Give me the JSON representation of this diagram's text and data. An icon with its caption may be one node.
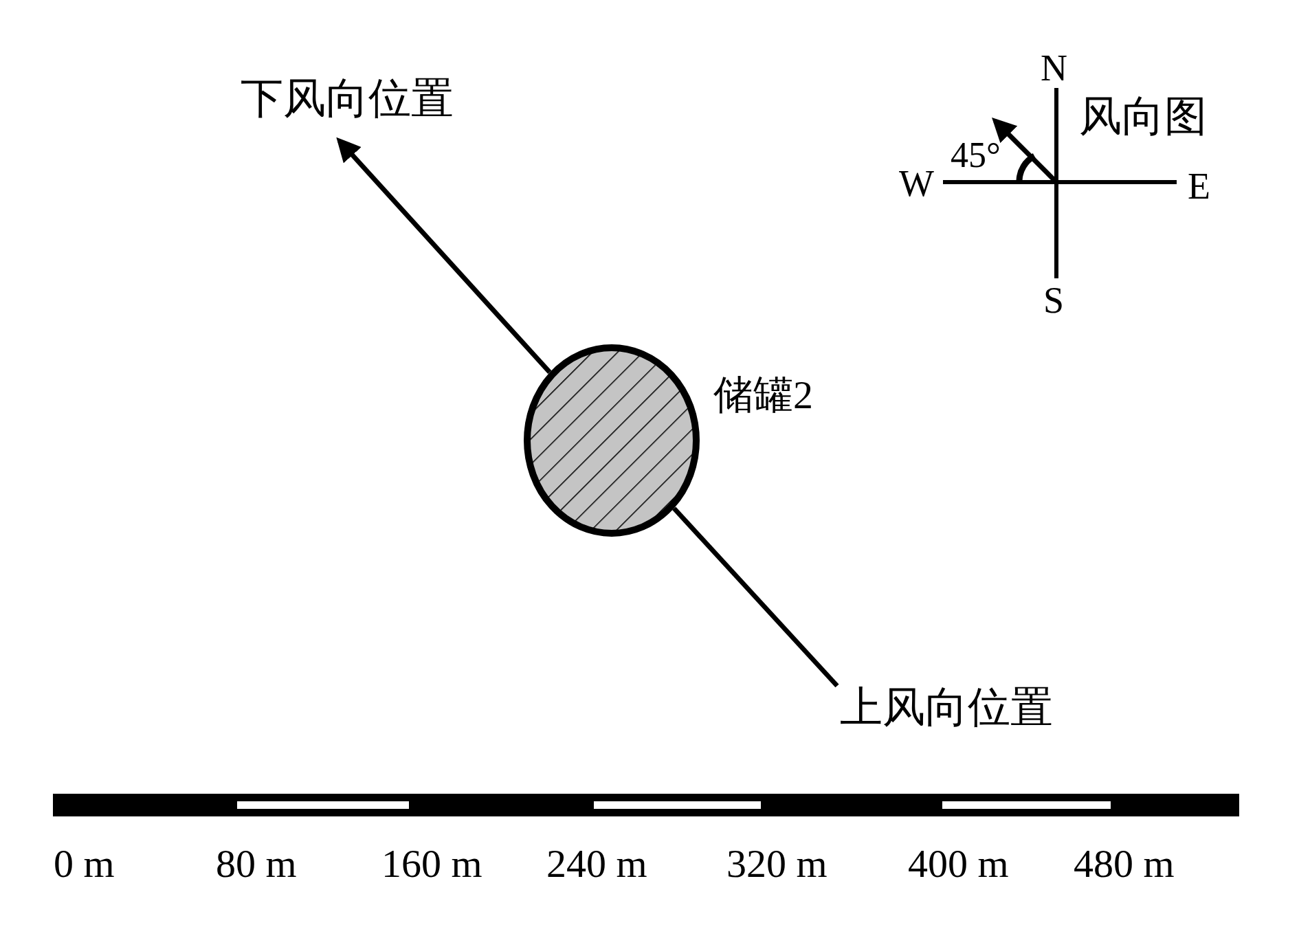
{
  "diagram": {
    "nodes": [
      {
        "text": [
          "下风向位置"
        ]
      },
      {
        "text": [
          "上风向位置"
        ]
      },
      {
        "text": [
          "储罐2"
        ]
      }
    ],
    "edges": [
      {
        "from": 1,
        "to": 2,
        "arrow": "none"
      },
      {
        "from": 2,
        "to": 0,
        "arrow": "to"
      }
    ],
    "labels": [
      "N",
      "风向图",
      "45°",
      "W",
      "E",
      "S",
      "0 m",
      "80 m",
      "160 m",
      "240 m",
      "320 m",
      "400 m",
      "480 m"
    ]
  }
}
